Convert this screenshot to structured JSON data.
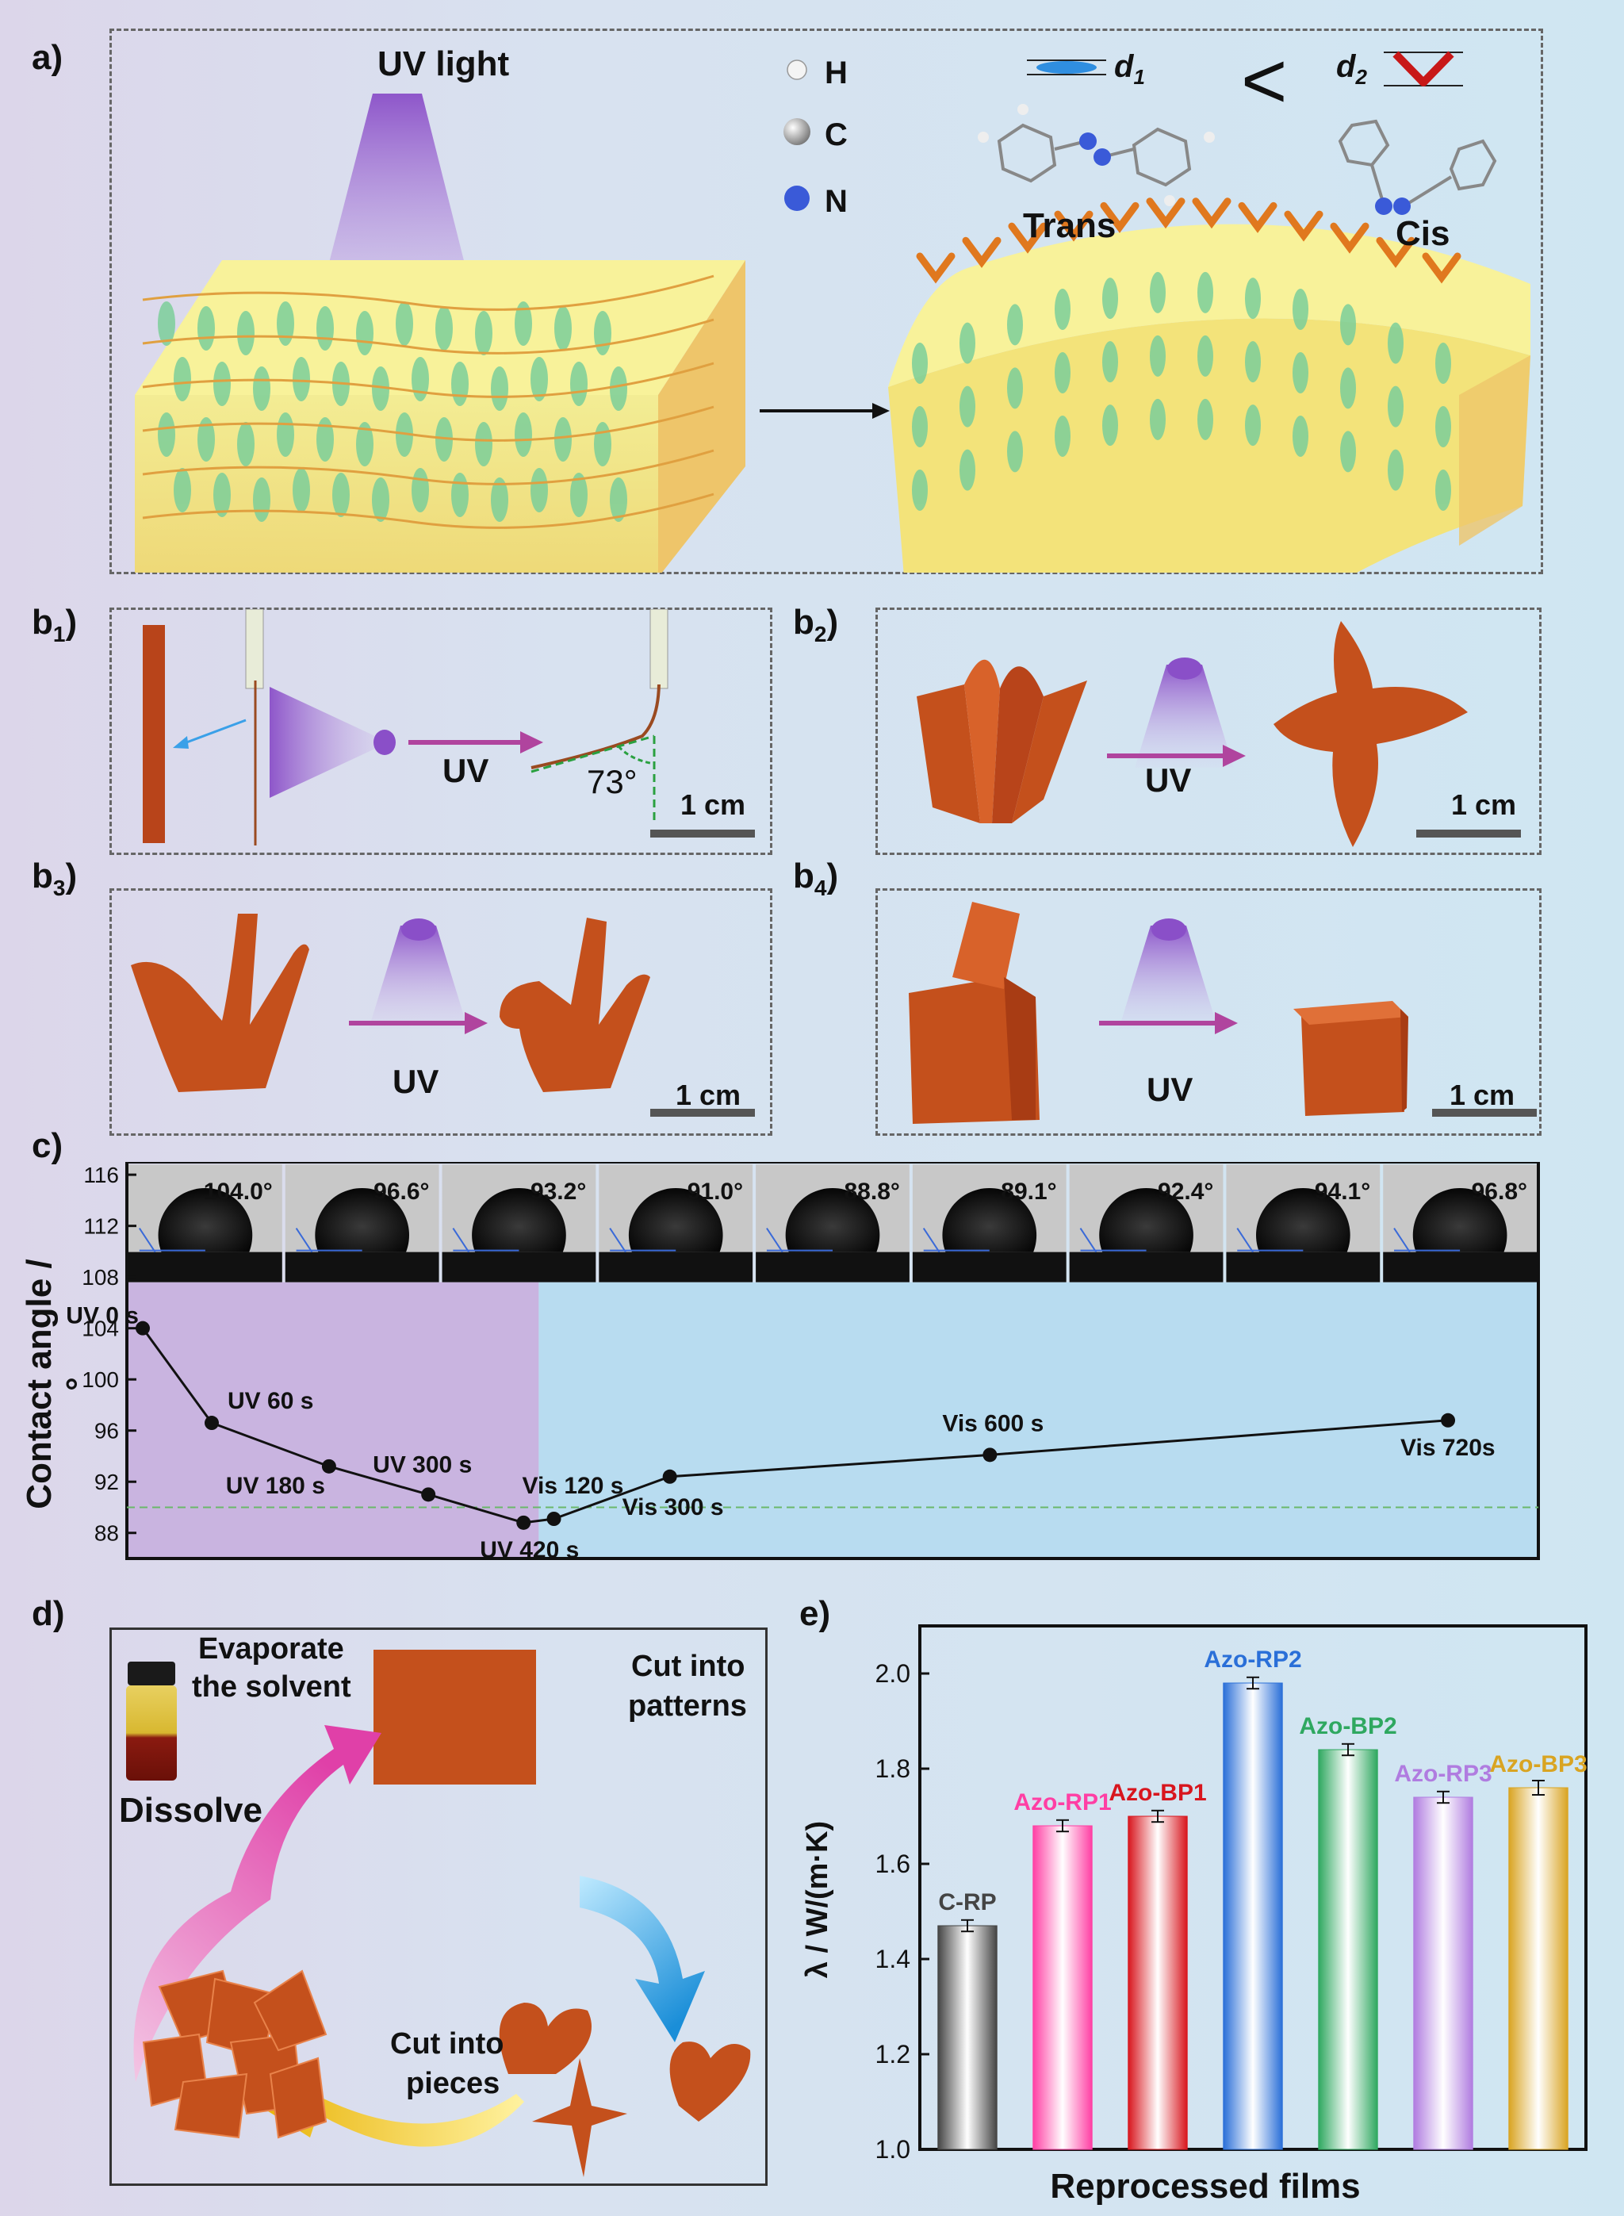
{
  "panel_a": {
    "label": "a)",
    "uv_light": "UV light",
    "legend": [
      {
        "symbol": "H",
        "color": "#f4f4f4"
      },
      {
        "symbol": "C",
        "color": "#555555"
      },
      {
        "symbol": "N",
        "color": "#3a5ad8"
      }
    ],
    "d1": "d",
    "d1_sub": "1",
    "d2": "d",
    "d2_sub": "2",
    "less_than": "<",
    "trans": "Trans",
    "cis": "Cis"
  },
  "panel_b1": {
    "label": "b",
    "sub": "1",
    "tail": ")",
    "uv": "UV",
    "angle": "73°",
    "scale": "1 cm"
  },
  "panel_b2": {
    "label": "b",
    "sub": "2",
    "tail": ")",
    "uv": "UV",
    "scale": "1 cm"
  },
  "panel_b3": {
    "label": "b",
    "sub": "3",
    "tail": ")",
    "uv": "UV",
    "scale": "1 cm"
  },
  "panel_b4": {
    "label": "b",
    "sub": "4",
    "tail": ")",
    "uv": "UV",
    "scale": "1 cm"
  },
  "panel_c": {
    "label": "c)",
    "droplet_angles": [
      "104.0°",
      "96.6°",
      "93.2°",
      "91.0°",
      "88.8°",
      "89.1°",
      "92.4°",
      "94.1°",
      "96.8°"
    ],
    "chart_data": {
      "type": "line",
      "ylabel": "Contact angle / °",
      "ylim": [
        86,
        117
      ],
      "yticks": [
        88,
        92,
        96,
        100,
        104,
        108,
        112,
        116
      ],
      "reference_line": 90,
      "points": [
        {
          "label": "UV 0 s",
          "y": 104.0
        },
        {
          "label": "UV 60 s",
          "y": 96.6
        },
        {
          "label": "UV 180 s",
          "y": 93.2
        },
        {
          "label": "UV 300 s",
          "y": 91.0
        },
        {
          "label": "UV 420 s",
          "y": 88.8
        },
        {
          "label": "Vis 120 s",
          "y": 89.1
        },
        {
          "label": "Vis 300 s",
          "y": 92.4
        },
        {
          "label": "Vis 600 s",
          "y": 94.1
        },
        {
          "label": "Vis 720s",
          "y": 96.8
        }
      ]
    }
  },
  "panel_d": {
    "label": "d)",
    "evaporate": "Evaporate",
    "the_solvent": "the solvent",
    "cut_patterns_1": "Cut into",
    "cut_patterns_2": "patterns",
    "dissolve": "Dissolve",
    "cut_pieces_1": "Cut into",
    "cut_pieces_2": "pieces"
  },
  "panel_e": {
    "label": "e)",
    "chart_data": {
      "type": "bar",
      "xlabel": "Reprocessed films",
      "ylabel": "λ / W/(m·K)",
      "ylim": [
        1.0,
        2.1
      ],
      "yticks": [
        1.0,
        1.2,
        1.4,
        1.6,
        1.8,
        2.0
      ],
      "categories": [
        "C-RP",
        "Azo-RP1",
        "Azo-BP1",
        "Azo-RP2",
        "Azo-BP2",
        "Azo-RP3",
        "Azo-BP3"
      ],
      "values": [
        1.47,
        1.68,
        1.7,
        1.98,
        1.84,
        1.74,
        1.76
      ],
      "errors": [
        0.012,
        0.012,
        0.012,
        0.012,
        0.012,
        0.012,
        0.015
      ],
      "colors": [
        "#444444",
        "#ff3fa4",
        "#d8161e",
        "#2a6fd8",
        "#2fa860",
        "#b07ce0",
        "#d9a422"
      ]
    }
  }
}
